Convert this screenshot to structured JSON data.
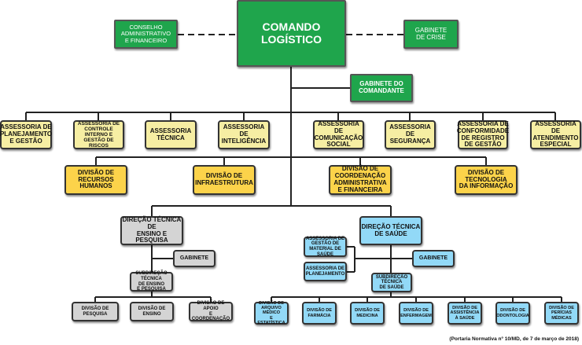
{
  "colors": {
    "command": "#1fa54c",
    "assessoria": "#f6eea3",
    "divisao": "#fcd34a",
    "ensino": "#d4d4d4",
    "saude": "#92d9f7"
  },
  "top": {
    "comando": "COMANDO\nLOGÍSTICO",
    "conselho": "CONSELHO\nADMINISTRATIVO\nE FINANCEIRO",
    "gabinete_crise": "GABINETE\nDE CRISE",
    "gabinete_comandante": "GABINETE DO\nCOMANDANTE"
  },
  "assessorias": [
    "ASSESSORIA DE\nPLANEJAMENTO\nE GESTÃO",
    "ASSESSORIA DE\nCONTROLE\nINTERNO E\nGESTÃO DE RISCOS",
    "ASSESSORIA\nTÉCNICA",
    "ASSESSORIA DE\nINTELIGÊNCIA",
    "ASSESSORIA DE\nCOMUNICAÇÃO\nSOCIAL",
    "ASSESSORIA DE\nSEGURANÇA",
    "ASSESSORIA DE\nCONFORMIDADE\nDE REGISTRO\nDE GESTÃO",
    "ASSESSORIA DE\nATENDIMENTO\nESPECIAL"
  ],
  "divisoes": [
    "DIVISÃO DE\nRECURSOS\nHUMANOS",
    "DIVISÃO DE\nINFRAESTRUTURA",
    "DIVISÃO DE\nCOORDENAÇÃO\nADMINISTRATIVA\nE FINANCEIRA",
    "DIVISÃO DE\nTECNOLOGIA\nDA INFORMAÇÃO"
  ],
  "ensino": {
    "direcao": "DIREÇÃO TÉCNICA DE\nENSINO E PESQUISA",
    "gabinete": "GABINETE",
    "subdirecao": "SUBDIREÇÃO\nTÉCNICA\nDE ENSINO\nE PESQUISA",
    "divisoes": [
      "DIVISÃO DE\nPESQUISA",
      "DIVISÃO DE\nENSINO",
      "DIVISÃO DE APOIO\nE COORDENAÇÃO"
    ]
  },
  "saude": {
    "direcao": "DIREÇÃO TÉCNICA\nDE SAÚDE",
    "gabinete": "GABINETE",
    "assessoria_material": "ASSESSORIA DE\nGESTÃO DE\nMATERIAL DE\nSAÚDE",
    "assessoria_planejamento": "ASSESSORIA DE\nPLANEJAMENTO",
    "subdirecao": "SUBDIREÇÃO\nTÉCNICA\nDE SAÚDE",
    "divisoes": [
      "DIVISÃO DE\nARQUIVO\nMÉDICO\nE ESTATÍSTICA",
      "DIVISÃO DE\nFARMÁCIA",
      "DIVISÃO DE\nMEDICINA",
      "DIVISÃO DE\nENFERMAGEM",
      "DIVISÃO DE\nASSISTÊNCIA\nÀ SAÚDE",
      "DIVISÃO DE\nODONTOLOGIA",
      "DIVISÃO DE\nPERÍCIAS\nMÉDICAS"
    ]
  },
  "footnote": "(Portaria Normativa nº 10/MD, de 7 de março de 2018)"
}
